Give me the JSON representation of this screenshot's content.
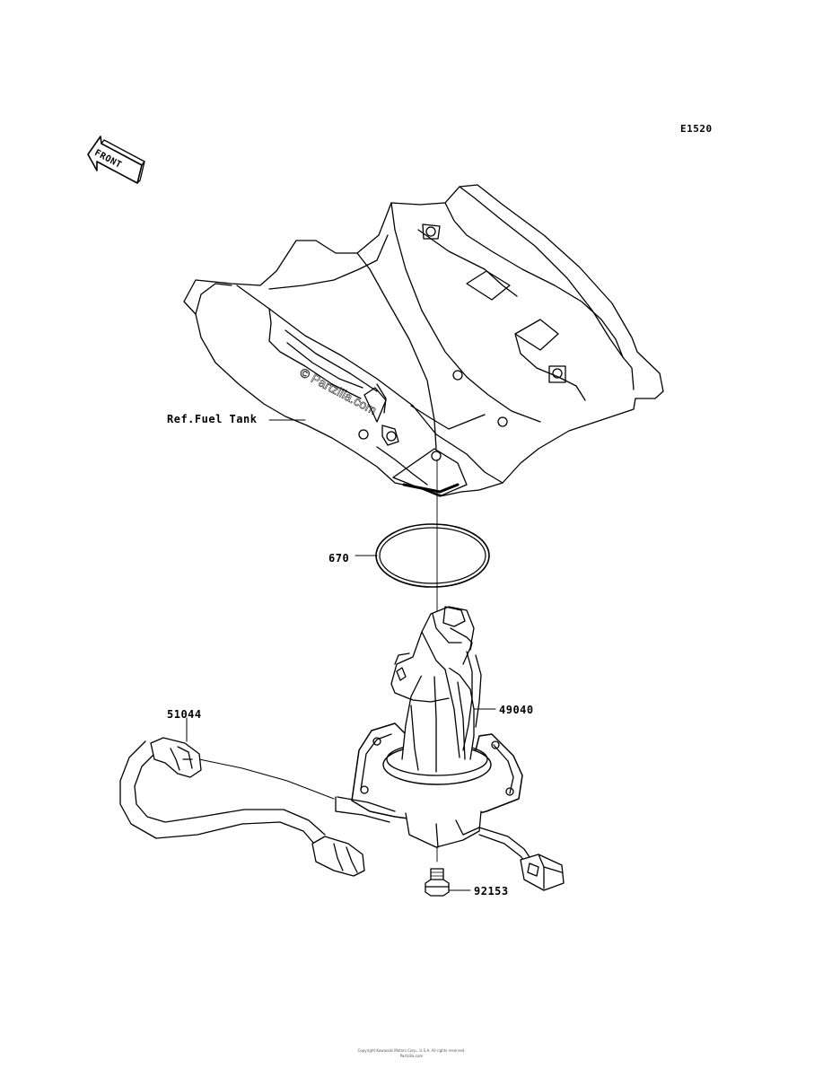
{
  "diagram_code": "E1520",
  "front_arrow_text": "FRONT",
  "watermark": "© Partzilla.com",
  "callouts": {
    "fuel_tank": "Ref.Fuel Tank",
    "o_ring": "670",
    "fuel_pump": "49040",
    "hose_assy": "51044",
    "bolt": "92153"
  },
  "footer": {
    "line1": "Copyright Kawasaki Motors Corp., U.S.A. All rights reserved.",
    "line2": "Partzilla.com"
  }
}
